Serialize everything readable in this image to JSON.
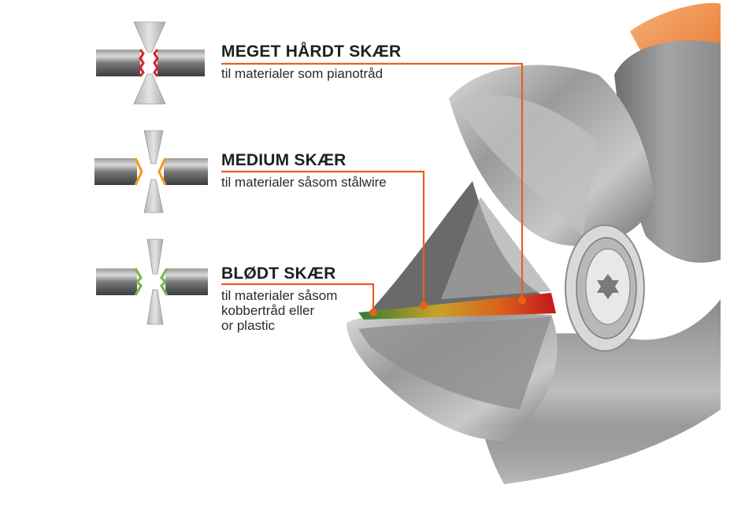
{
  "labels": {
    "hard": {
      "title": "MEGET HÅRDT SKÆR",
      "desc": "til materialer som pianotråd"
    },
    "medium": {
      "title": "MEDIUM SKÆR",
      "desc": "til materialer såsom stålwire"
    },
    "soft": {
      "title": "BLØDT SKÆR",
      "desc_lines": [
        "til materialer såsom",
        "kobbertråd eller",
        "or plastic"
      ]
    }
  },
  "colors": {
    "leader": "#e8601c",
    "hard": "#d2232a",
    "medium": "#f39a1e",
    "soft": "#7ab648",
    "wire": "#6f6f6f",
    "blade": "#c9c9c9"
  },
  "icons": [
    "hard-cut-icon",
    "medium-cut-icon",
    "soft-cut-icon",
    "cutting-pliers-icon"
  ]
}
